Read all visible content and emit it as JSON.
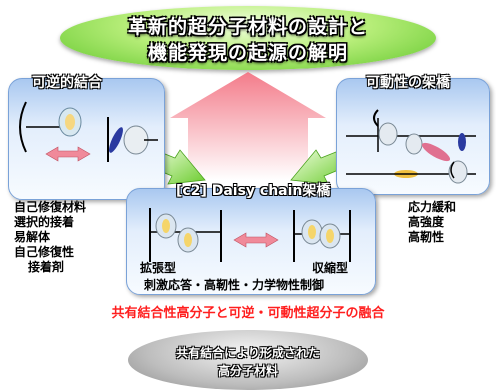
{
  "title": {
    "line1": "革新的超分子材料の設計と",
    "line2": "機能発現の起源の解明"
  },
  "left_panel": {
    "title": "可逆的結合",
    "features": [
      "自己修復材料",
      "選択的接着",
      "易解体",
      "自己修復性",
      "接着剤"
    ]
  },
  "right_panel": {
    "title": "可動性の架橋",
    "features": [
      "応力緩和",
      "高強度",
      "高靭性"
    ]
  },
  "center_panel": {
    "title": "[c2] Daisy chain架橋",
    "left_label": "拡張型",
    "right_label": "収縮型",
    "caption": "刺激応答・高靭性・力学物性制御"
  },
  "fusion_text": "共有結合性高分子と可逆・可動性超分子の融合",
  "base": {
    "line1": "共有結合により形成された",
    "line2": "高分子材料"
  }
}
